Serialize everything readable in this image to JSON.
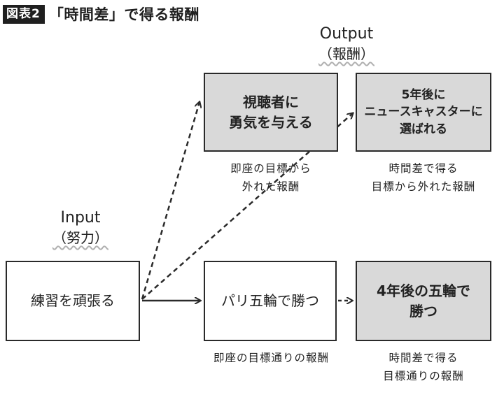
{
  "figure": {
    "badge": "図表2",
    "title": "「時間差」で得る報酬"
  },
  "input": {
    "line1": "Input",
    "line2": "（努力）"
  },
  "output": {
    "line1": "Output",
    "line2": "（報酬）"
  },
  "boxes": {
    "practice": {
      "lines": [
        "練習を頑張る"
      ]
    },
    "encourage": {
      "lines": [
        "視聴者に",
        "勇気を与える"
      ]
    },
    "newscaster": {
      "lines": [
        "5年後に",
        "ニュースキャスターに",
        "選ばれる"
      ]
    },
    "paris": {
      "lines": [
        "パリ五輪で勝つ"
      ]
    },
    "next_olympics": {
      "lines": [
        "4年後の五輪で",
        "勝つ"
      ]
    }
  },
  "captions": {
    "encourage": [
      "即座の目標から",
      "外れた報酬"
    ],
    "newscaster": [
      "時間差で得る",
      "目標から外れた報酬"
    ],
    "paris": [
      "即座の目標通りの報酬"
    ],
    "next_olympics": [
      "時間差で得る",
      "目標通りの報酬"
    ]
  },
  "colors": {
    "highlight_box": "#d9d9d9",
    "border": "#2a2a2a",
    "badge_bg": "#1f1f1f"
  }
}
